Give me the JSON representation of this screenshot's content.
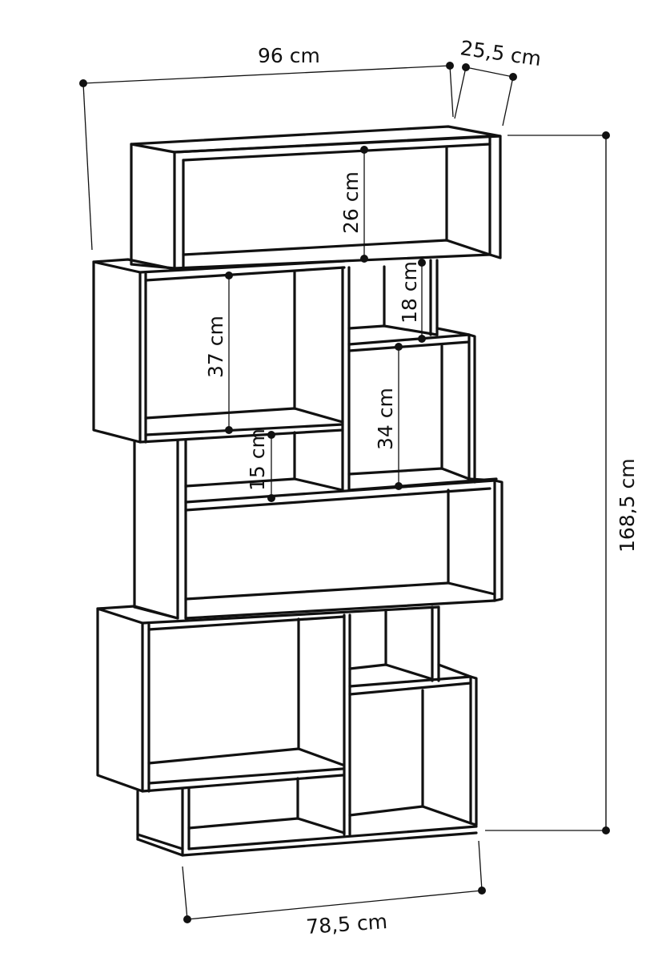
{
  "diagram": {
    "title": "Bookshelf dimension drawing",
    "stroke_color": "#111111",
    "background": "#ffffff"
  },
  "dimensions": {
    "overall_width": {
      "label": "96 cm"
    },
    "depth": {
      "label": "25,5 cm"
    },
    "overall_height": {
      "label": "168,5 cm"
    },
    "base_width": {
      "label": "78,5 cm"
    },
    "top_compartment_height": {
      "label": "26 cm"
    },
    "left_upper_compartment_height": {
      "label": "37 cm"
    },
    "small_right_compartment_height": {
      "label": "18 cm"
    },
    "right_middle_compartment_height": {
      "label": "34 cm"
    },
    "small_left_compartment_height": {
      "label": "15 cm"
    }
  }
}
